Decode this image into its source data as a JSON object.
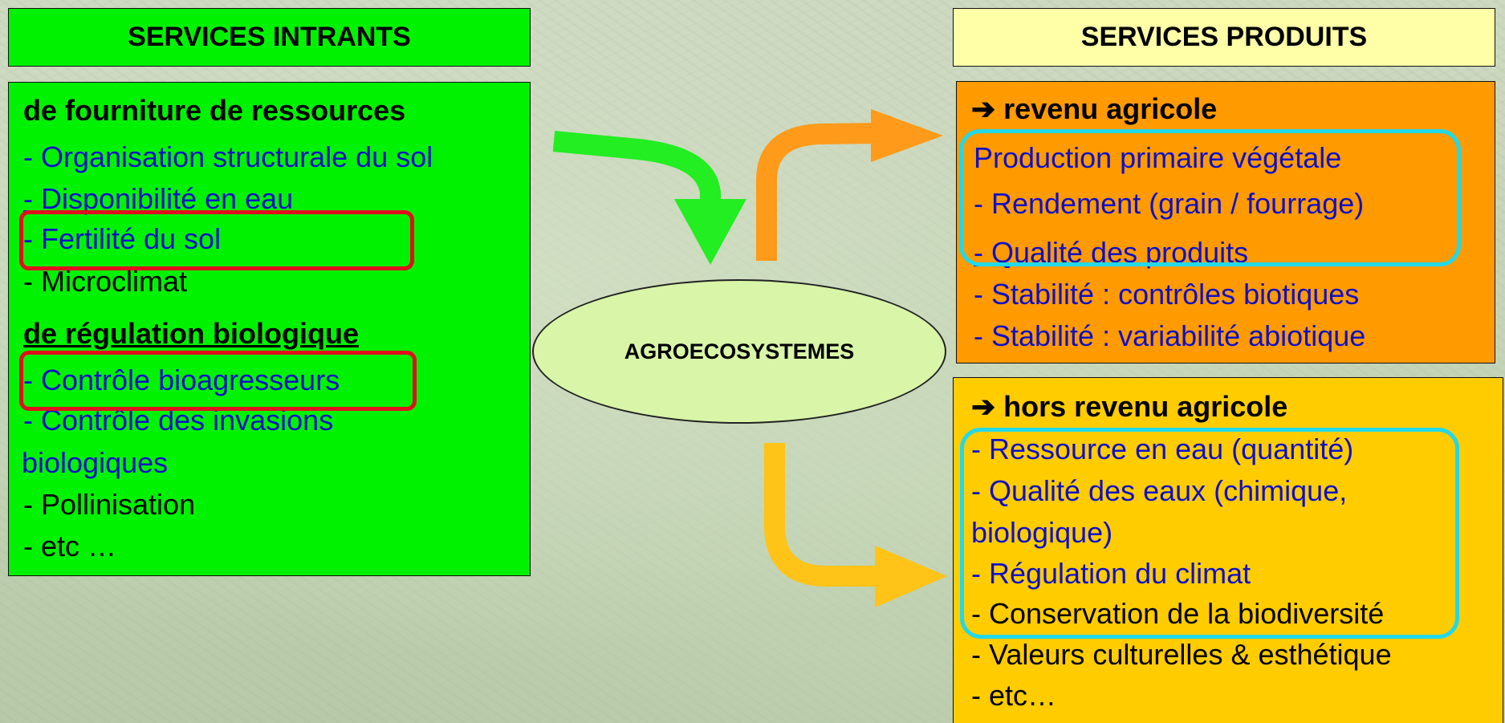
{
  "inputs": {
    "header": "SERVICES INTRANTS",
    "section1_title": "de fourniture de ressources",
    "item_structure": "- Organisation structurale du sol",
    "item_water": "- Disponibilité en eau",
    "item_fertility": "- Fertilité du sol",
    "item_microclimate": "- Microclimat",
    "section2_title": "de régulation biologique",
    "item_pest_control": "- Contrôle bioagresseurs",
    "item_invasions_1": "- Contrôle des invasions",
    "item_invasions_2": "biologiques",
    "item_pollination": "- Pollinisation",
    "item_etc": "- etc …"
  },
  "center": {
    "label": "AGROECOSYSTEMES"
  },
  "outputs": {
    "header": "SERVICES PRODUITS",
    "income": {
      "title": "➔ revenu agricole",
      "line1": "Production primaire végétale",
      "line2": "- Rendement (grain / fourrage)",
      "line3": "- Qualité des produits",
      "line4": "- Stabilité : contrôles biotiques",
      "line5": "- Stabilité : variabilité abiotique"
    },
    "non_income": {
      "title": "➔ hors revenu agricole",
      "line1": "- Ressource en eau (quantité)",
      "line2": "- Qualité des eaux (chimique,",
      "line3": "biologique)",
      "line4": "- Régulation du climat",
      "line5": "- Conservation de la biodiversité",
      "line6": "- Valeurs culturelles & esthétique",
      "line7": "- etc…"
    }
  },
  "colors": {
    "input_green": "#00f200",
    "income_orange": "#ff9a00",
    "non_income_yellow": "#ffcc00",
    "header_light_yellow": "#ffffa8",
    "ellipse_green": "#d8f5a8",
    "highlight_red": "#e0101e",
    "highlight_cyan": "#23d8e8",
    "text_blue": "#1010c8"
  }
}
